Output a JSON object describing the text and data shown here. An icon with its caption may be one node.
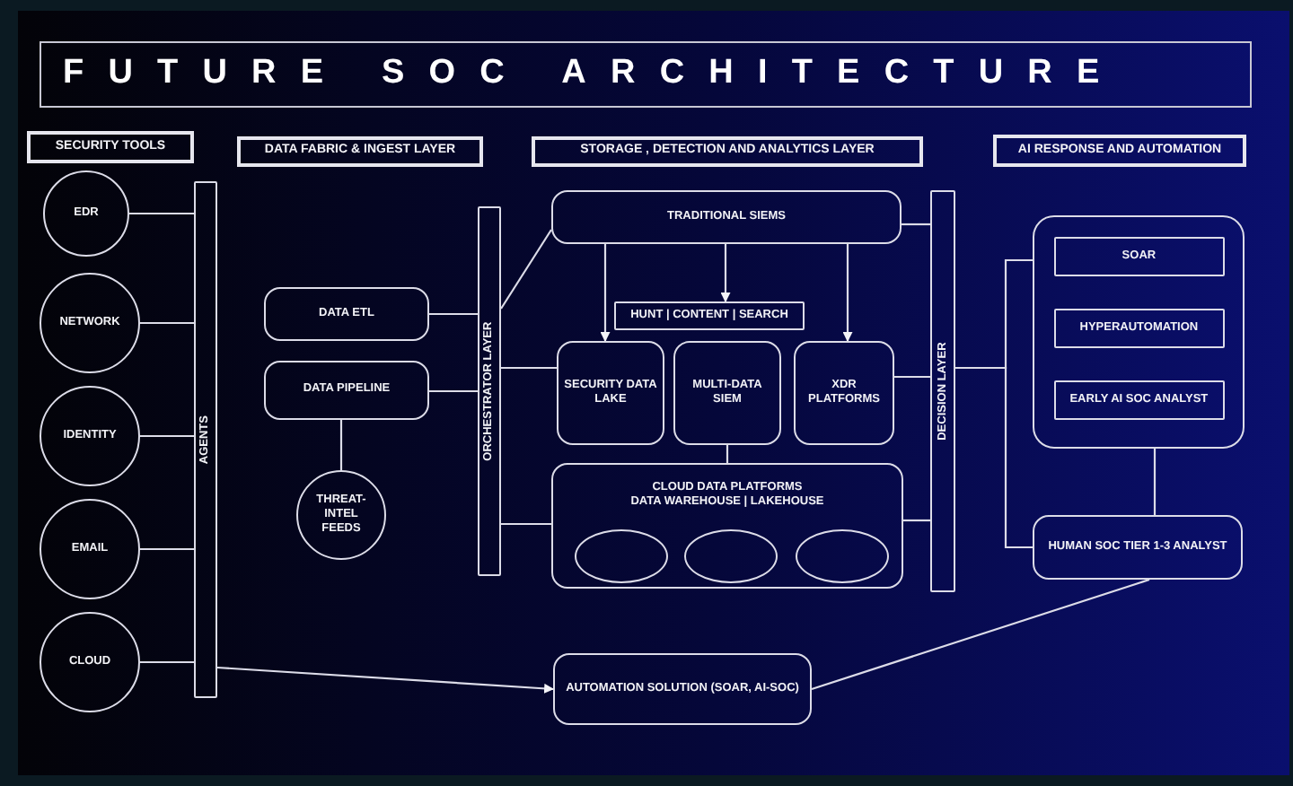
{
  "diagram": {
    "title": "FUTURE SOC ARCHITECTURE",
    "nodes": [
      {
        "text": [
          "SECURITY TOOLS"
        ]
      },
      {
        "text": [
          "DATA FABRIC & INGEST LAYER"
        ]
      },
      {
        "text": [
          "STORAGE , DETECTION AND ANALYTICS LAYER"
        ]
      },
      {
        "text": [
          "AI RESPONSE AND AUTOMATION"
        ]
      },
      {
        "text": [
          "EDR"
        ]
      },
      {
        "text": [
          "NETWORK"
        ]
      },
      {
        "text": [
          "IDENTITY"
        ]
      },
      {
        "text": [
          "EMAIL"
        ]
      },
      {
        "text": [
          "CLOUD"
        ]
      },
      {
        "text": [
          "AGENTS"
        ]
      },
      {
        "text": [
          "DATA ETL"
        ]
      },
      {
        "text": [
          "DATA PIPELINE"
        ]
      },
      {
        "text": [
          "THREAT-INTEL FEEDS"
        ]
      },
      {
        "text": [
          "ORCHESTRATOR LAYER"
        ]
      },
      {
        "text": [
          "TRADITIONAL SIEMS"
        ]
      },
      {
        "text": [
          "HUNT | CONTENT | SEARCH"
        ]
      },
      {
        "text": [
          "SECURITY DATA LAKE"
        ]
      },
      {
        "text": [
          "MULTI-DATA SIEM"
        ]
      },
      {
        "text": [
          "XDR PLATFORMS"
        ]
      },
      {
        "text": [
          "CLOUD DATA PLATFORMS",
          "DATA WAREHOUSE | LAKEHOUSE"
        ]
      },
      {
        "text": [],
        "shape": "ellipse",
        "in": 19
      },
      {
        "text": [],
        "shape": "ellipse",
        "in": 19
      },
      {
        "text": [],
        "shape": "ellipse",
        "in": 19
      },
      {
        "text": [
          "DECISION LAYER"
        ]
      },
      {
        "text": [],
        "shape": "box"
      },
      {
        "text": [
          "SOAR"
        ],
        "in": 24
      },
      {
        "text": [
          "HYPERAUTOMATION"
        ],
        "in": 24
      },
      {
        "text": [
          "EARLY AI SOC ANALYST"
        ],
        "in": 24
      },
      {
        "text": [
          "HUMAN SOC TIER 1-3 ANALYST"
        ]
      },
      {
        "text": [
          "AUTOMATION SOLUTION (SOAR, AI-SOC)"
        ]
      }
    ],
    "edges": [
      {
        "from": 4,
        "to": 9,
        "arrow": "none"
      },
      {
        "from": 5,
        "to": 9,
        "arrow": "none"
      },
      {
        "from": 6,
        "to": 9,
        "arrow": "none"
      },
      {
        "from": 7,
        "to": 9,
        "arrow": "none"
      },
      {
        "from": 8,
        "to": 9,
        "arrow": "none"
      },
      {
        "from": 9,
        "to": 29,
        "arrow": "to"
      },
      {
        "from": 10,
        "to": 13,
        "arrow": "none"
      },
      {
        "from": 11,
        "to": 13,
        "arrow": "none"
      },
      {
        "from": 11,
        "to": 12,
        "arrow": "none"
      },
      {
        "from": 13,
        "to": 14,
        "arrow": "none"
      },
      {
        "from": 13,
        "to": 16,
        "arrow": "none"
      },
      {
        "from": 13,
        "to": 19,
        "arrow": "none"
      },
      {
        "from": 14,
        "to": 16,
        "arrow": "to"
      },
      {
        "from": 14,
        "to": 15,
        "arrow": "to"
      },
      {
        "from": 14,
        "to": 18,
        "arrow": "to"
      },
      {
        "from": 17,
        "to": 19,
        "arrow": "none"
      },
      {
        "from": 14,
        "to": 23,
        "arrow": "none"
      },
      {
        "from": 18,
        "to": 23,
        "arrow": "none"
      },
      {
        "from": 19,
        "to": 23,
        "arrow": "none"
      },
      {
        "from": 23,
        "to": 24,
        "arrow": "none"
      },
      {
        "from": 23,
        "to": 28,
        "arrow": "none"
      },
      {
        "from": 24,
        "to": 28,
        "arrow": "none"
      },
      {
        "from": 28,
        "to": 29,
        "arrow": "none"
      }
    ]
  }
}
